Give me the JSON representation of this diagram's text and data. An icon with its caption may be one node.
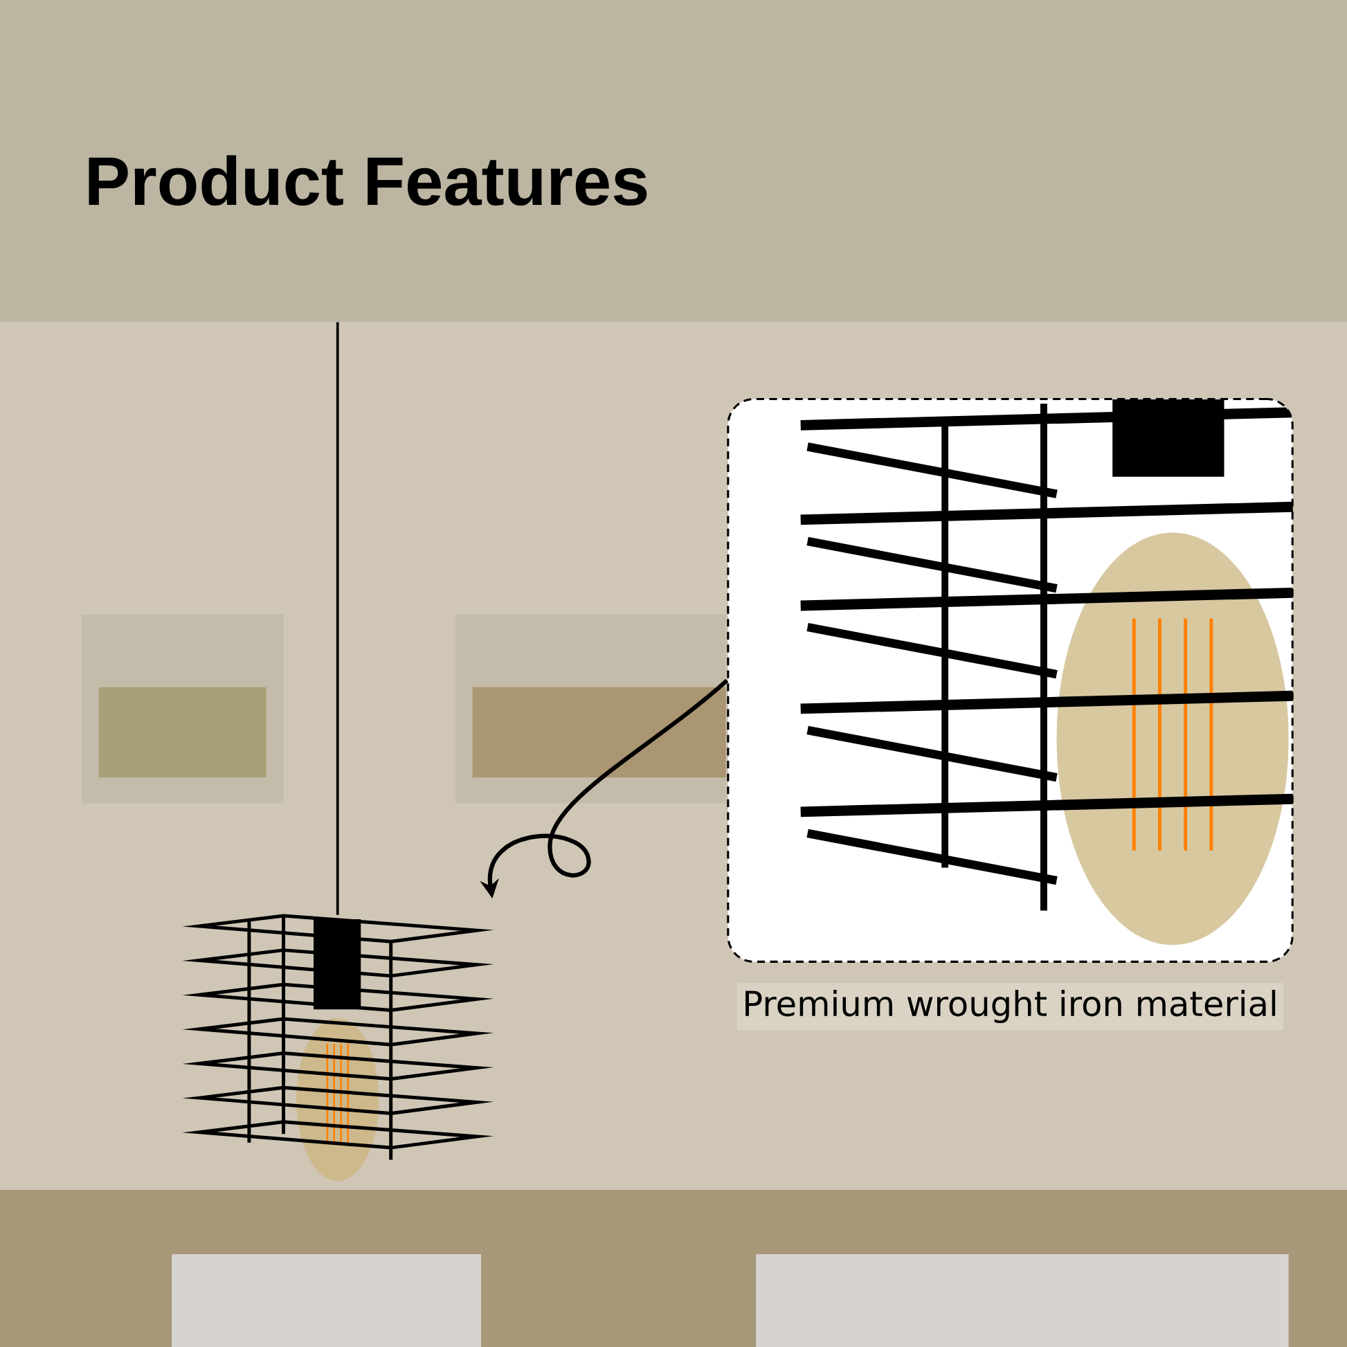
{
  "diagram": {
    "title": "Product Features",
    "nodes": [
      {
        "text": [],
        "shape": "picture"
      },
      {
        "text": [],
        "shape": "picture",
        "beside": [
          "Premium wrought iron material"
        ]
      }
    ],
    "edges": [
      {
        "from": 1,
        "to": 0,
        "arrow": "to"
      }
    ]
  }
}
